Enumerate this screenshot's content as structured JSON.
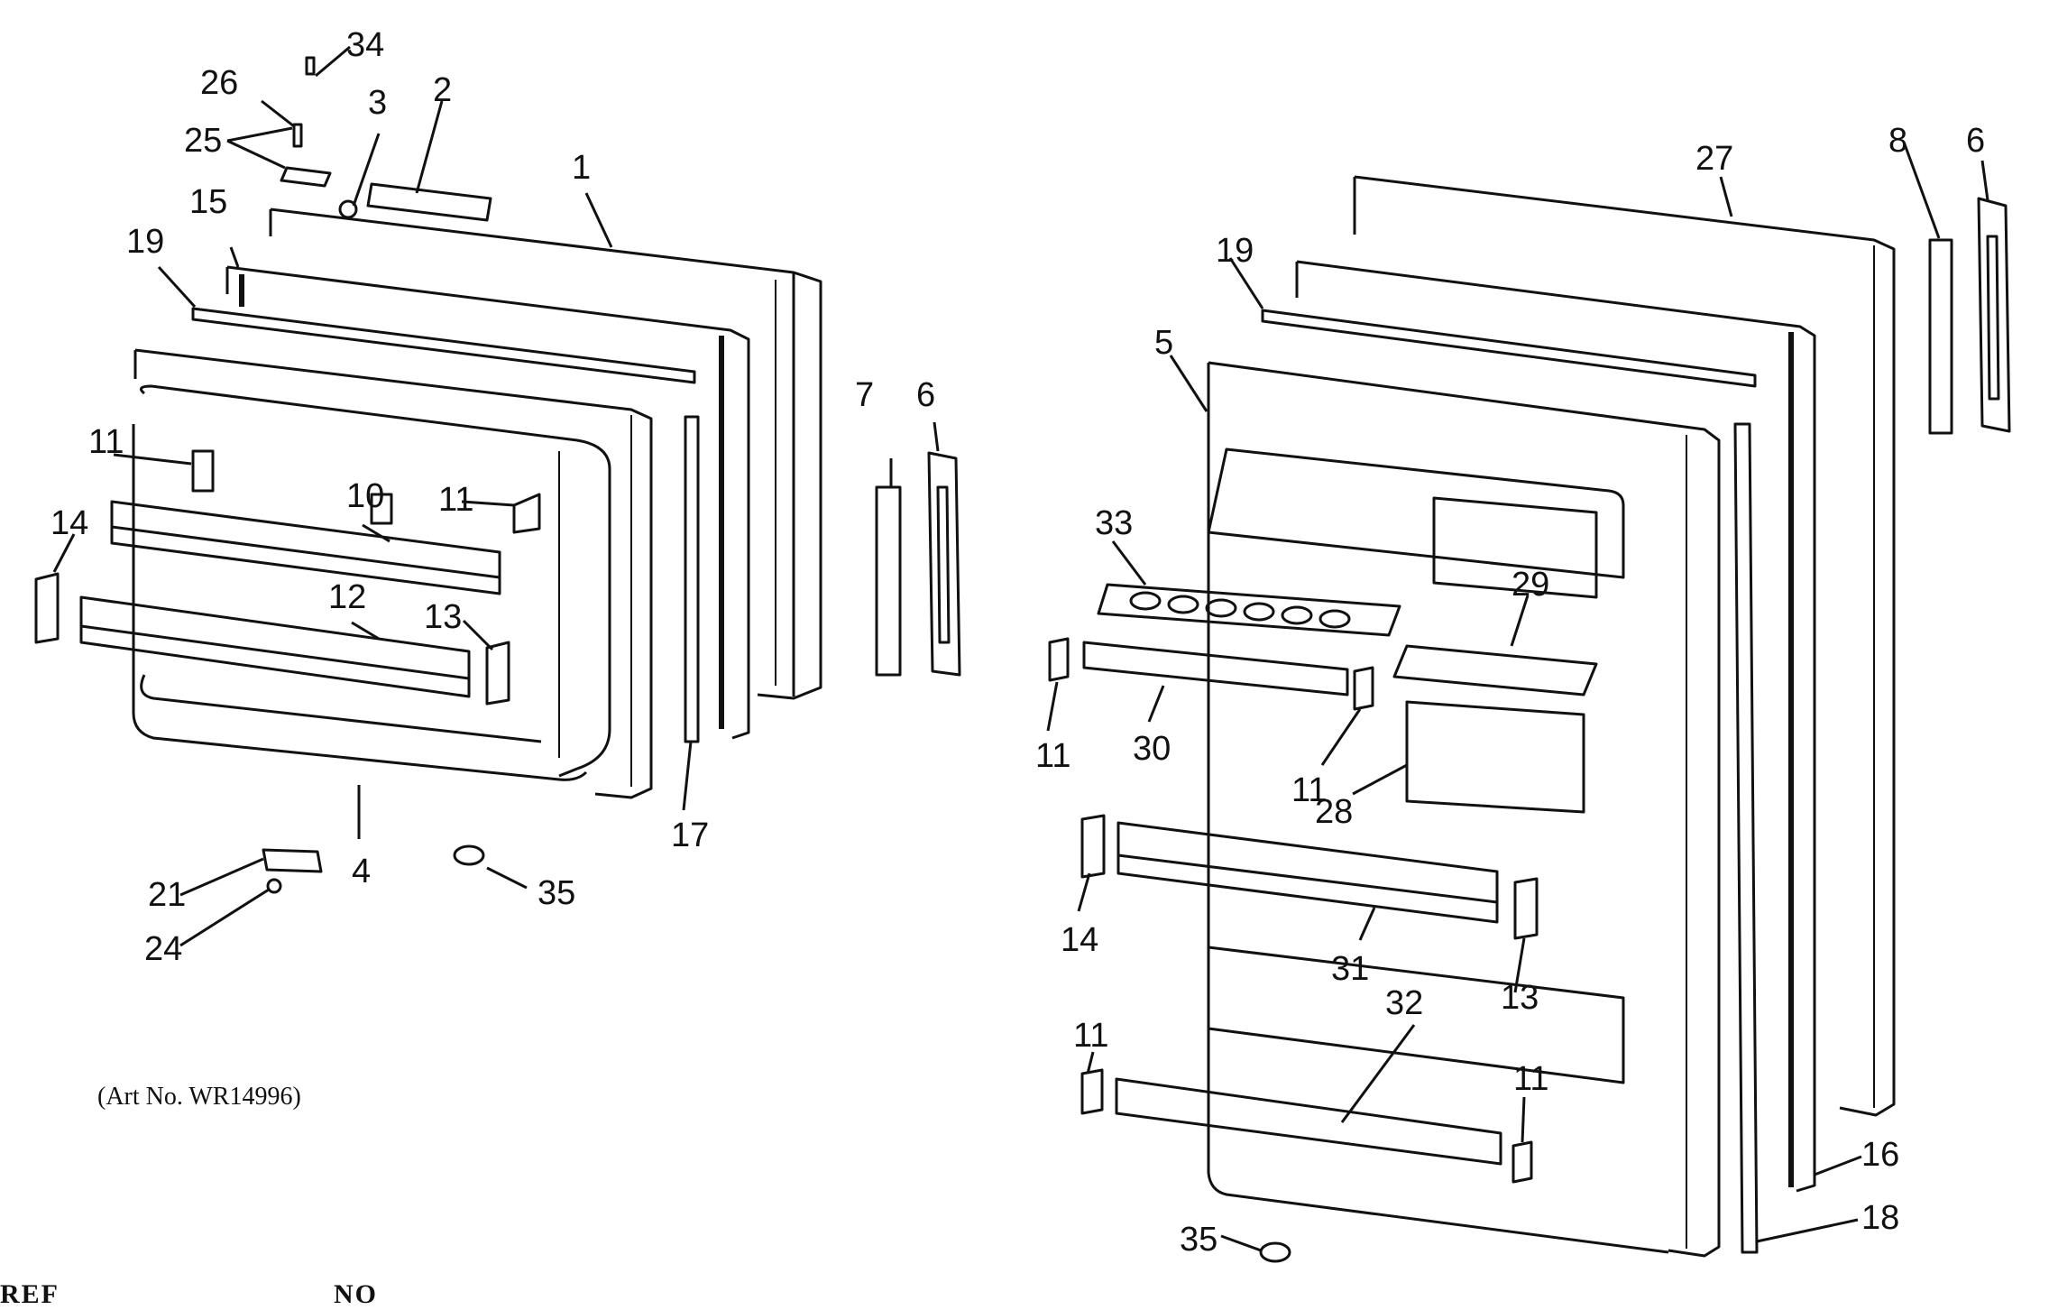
{
  "art_number": "(Art No. WR14996)",
  "bottom_headers": [
    "REF",
    "NO"
  ],
  "left_door_labels": [
    "34",
    "26",
    "25",
    "3",
    "2",
    "1",
    "15",
    "19",
    "11",
    "10",
    "11",
    "14",
    "12",
    "13",
    "7",
    "6",
    "4",
    "17",
    "21",
    "24",
    "35"
  ],
  "right_door_labels": [
    "27",
    "8",
    "6",
    "19",
    "5",
    "33",
    "29",
    "11",
    "30",
    "11",
    "28",
    "14",
    "13",
    "31",
    "11",
    "32",
    "11",
    "16",
    "18",
    "35"
  ],
  "colors": {
    "ink": "#111111",
    "paper": "#ffffff"
  }
}
